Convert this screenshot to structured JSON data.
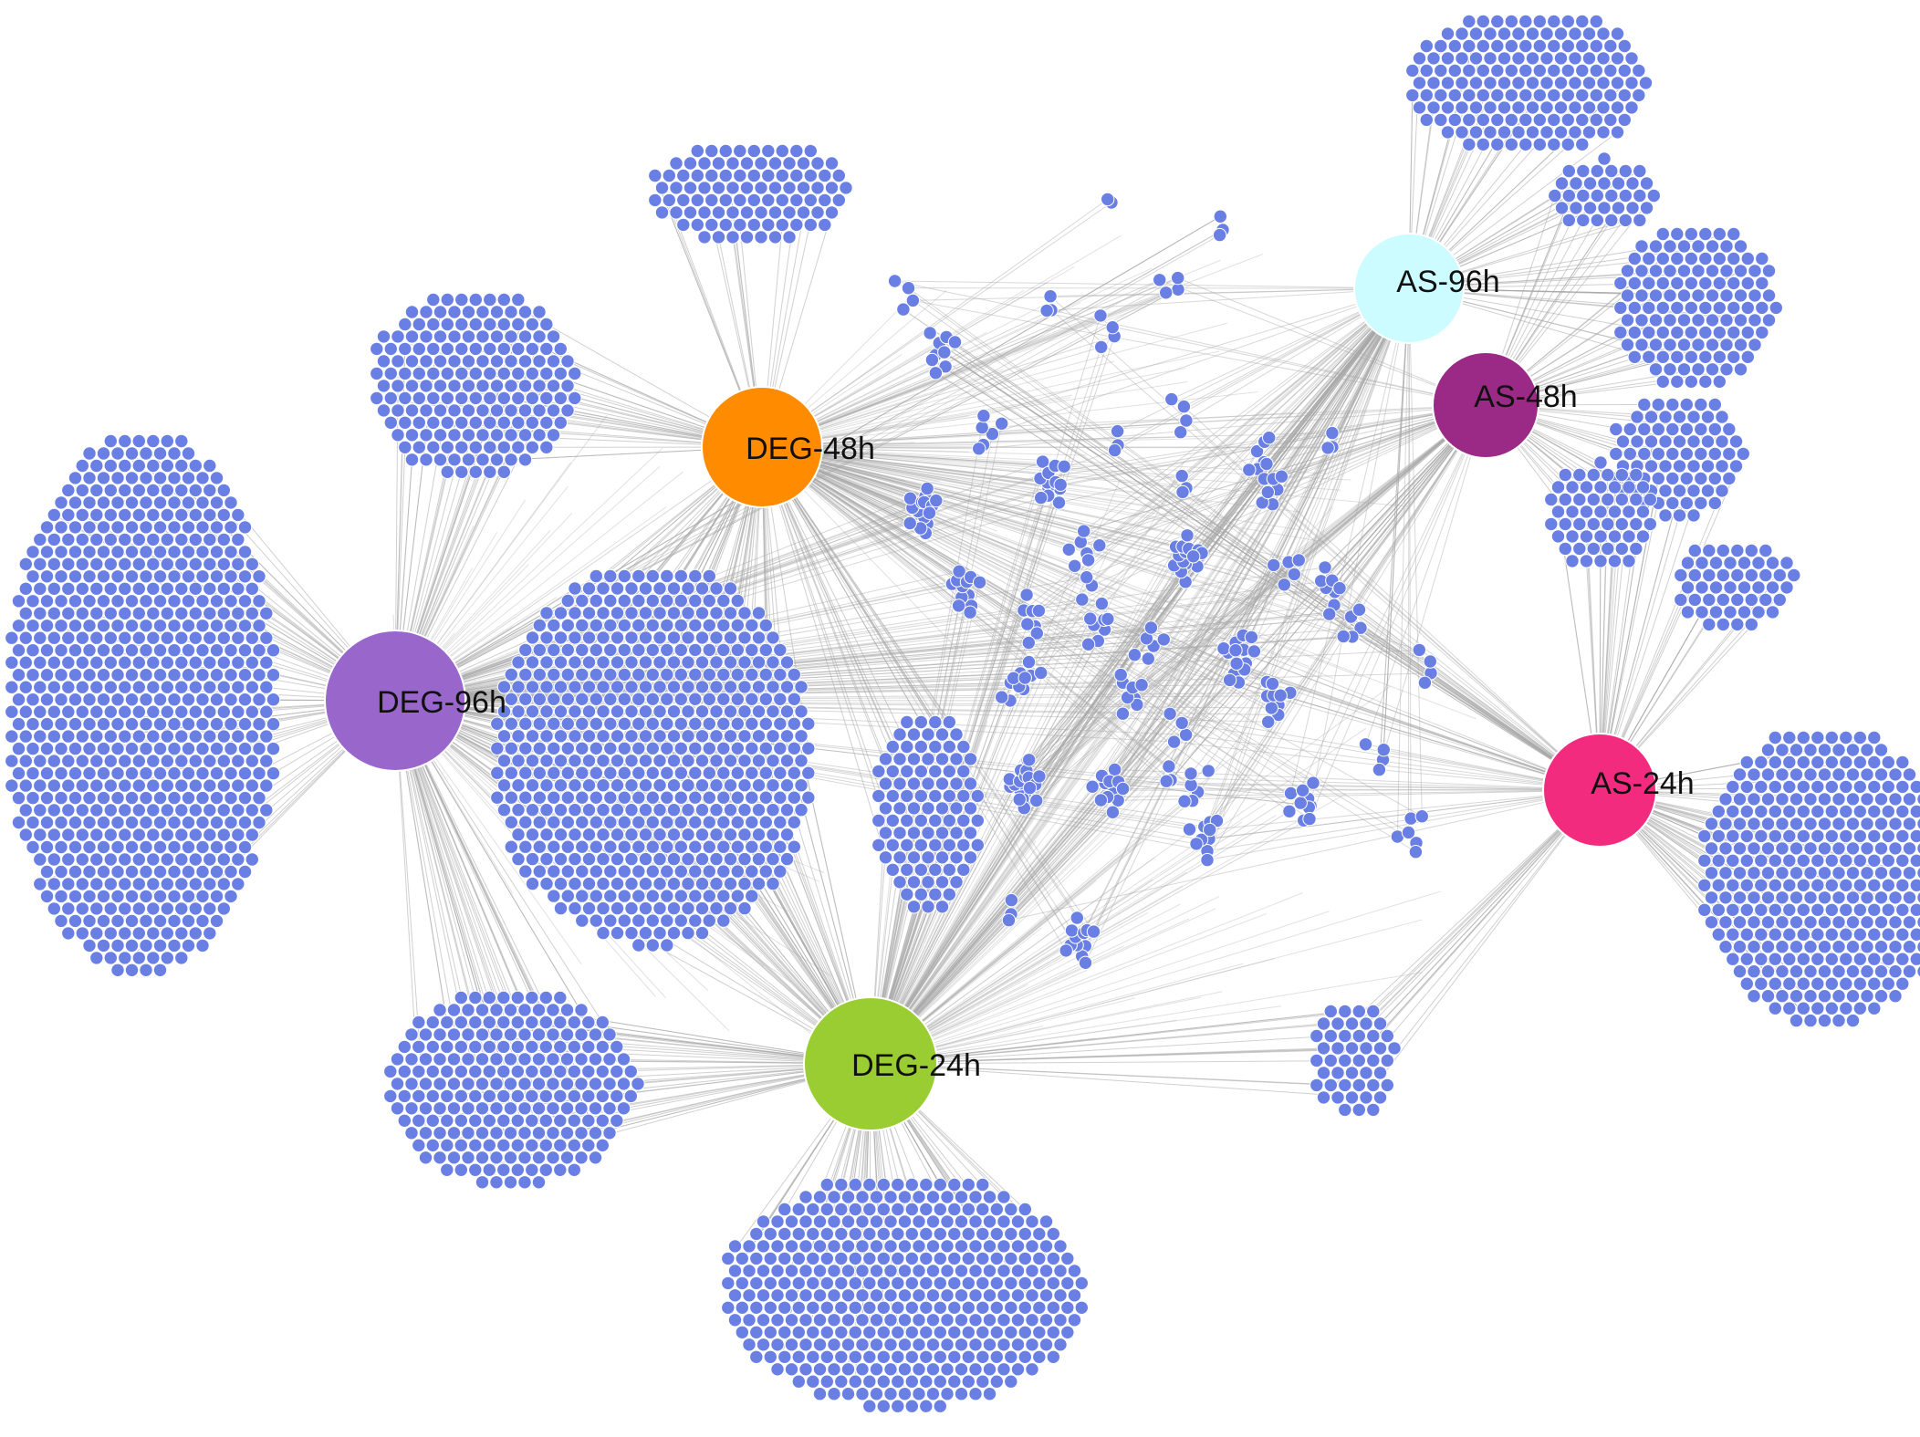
{
  "diagram": {
    "hubs": [
      {
        "id": "deg48",
        "label": "DEG-48h",
        "color": "#ff8c00"
      },
      {
        "id": "deg96",
        "label": "DEG-96h",
        "color": "#9966cc"
      },
      {
        "id": "deg24",
        "label": "DEG-24h",
        "color": "#9acd32"
      },
      {
        "id": "as96",
        "label": "AS-96h",
        "color": "#ccfcff"
      },
      {
        "id": "as48",
        "label": "AS-48h",
        "color": "#9b2a87"
      },
      {
        "id": "as24",
        "label": "AS-24h",
        "color": "#f22b7f"
      }
    ],
    "gene_node_color": "#6a7fe3",
    "edge_color": "#a9a9a9"
  }
}
